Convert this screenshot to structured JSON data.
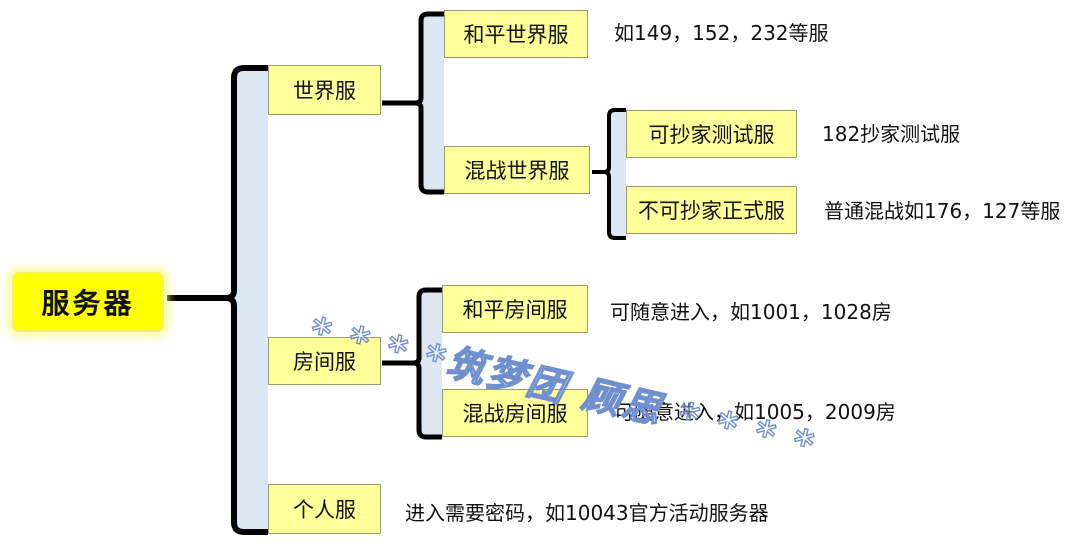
{
  "root": {
    "label": "服务器"
  },
  "level1": {
    "world": "世界服",
    "room": "房间服",
    "personal": "个人服"
  },
  "world_children": {
    "peace": "和平世界服",
    "mixed": "混战世界服"
  },
  "mixed_world_children": {
    "copyable": "可抄家测试服",
    "not_copyable": "不可抄家正式服"
  },
  "room_children": {
    "peace": "和平房间服",
    "mixed": "混战房间服"
  },
  "notes": {
    "peace_world": "如149，152，232等服",
    "copyable": "182抄家测试服",
    "not_copyable": "普通混战如176，127等服",
    "peace_room": "可随意进入，如1001，1028房",
    "mixed_room": "可随意进入，如1005，2009房",
    "personal": "进入需要密码，如10043官方活动服务器"
  },
  "watermark": "* * * *筑梦团 顾思 * * * *",
  "colors": {
    "box_fill": "#ffff99",
    "root_fill": "#ffff00",
    "bracket_fill": "#dde6f3",
    "connector": "#000000"
  }
}
